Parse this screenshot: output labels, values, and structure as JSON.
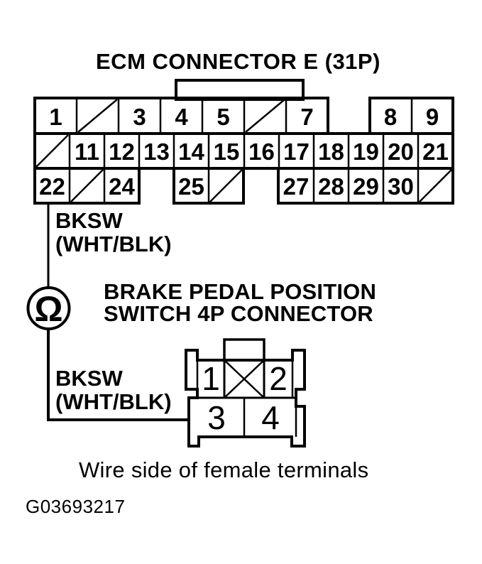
{
  "figure": {
    "ecm": {
      "title": "ECM CONNECTOR E (31P)",
      "row1": [
        "1",
        "3",
        "4",
        "5",
        "7",
        "8",
        "9"
      ],
      "row2": [
        "11",
        "12",
        "13",
        "14",
        "15",
        "16",
        "17",
        "18",
        "19",
        "20",
        "21"
      ],
      "row3": [
        "22",
        "24",
        "25",
        "27",
        "28",
        "29",
        "30"
      ]
    },
    "wire": {
      "name": "BKSW",
      "color": "(WHT/BLK)",
      "ohm_symbol": "Ω"
    },
    "switch": {
      "title_line1": "BRAKE PEDAL POSITION",
      "title_line2": "SWITCH 4P CONNECTOR",
      "pins": [
        "1",
        "2",
        "3",
        "4"
      ]
    },
    "caption": "Wire side of female terminals",
    "figure_id": "G03693217",
    "colors": {
      "ink": "#000000",
      "paper": "#ffffff"
    }
  }
}
